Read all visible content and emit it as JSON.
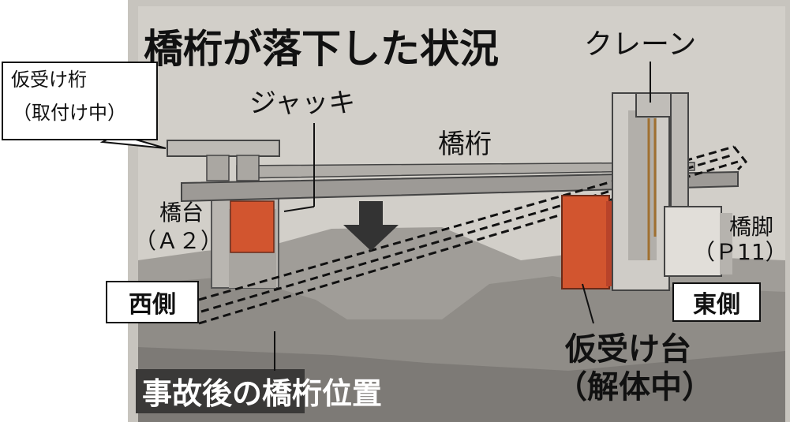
{
  "title": "橋桁が落下した状況",
  "labels": {
    "crane": "クレーン",
    "jack": "ジャッキ",
    "girder": "橋桁",
    "abutment": "橋台",
    "abutment_id": "（Ａ２）",
    "pier": "橋脚",
    "pier_id": "（Ｐ11）",
    "west": "西側",
    "east": "東側",
    "temp_support": "仮受け台",
    "temp_support_state": "（解体中）",
    "after_accident": "事故後の橋桁位置",
    "callout_line1": "仮受け桁",
    "callout_line2": "（取付け中）"
  },
  "colors": {
    "background_paper": "#c9c6c0",
    "girder_gray": "#9d9a96",
    "orange": "#d2552f",
    "dark_ground": "#6e6b68",
    "title_bar": "#3a3938"
  }
}
